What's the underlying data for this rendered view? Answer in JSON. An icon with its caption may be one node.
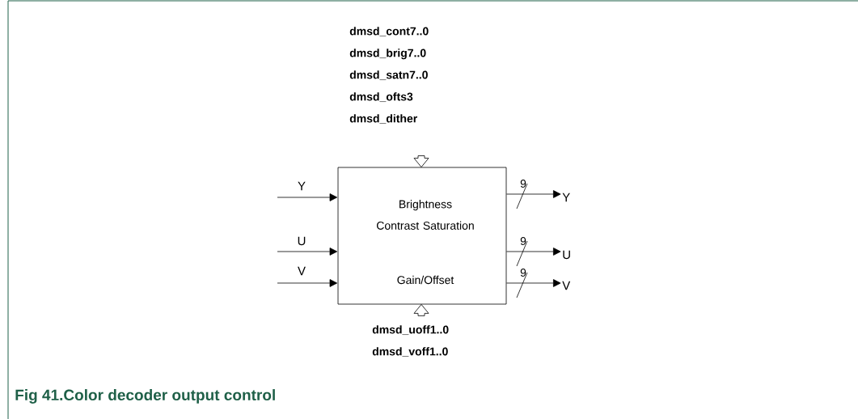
{
  "diagram": {
    "caption": "Fig 41.Color decoder output control",
    "nodes": [
      {
        "text": [
          "Brightness Contrast Saturation",
          "Gain/Offset"
        ]
      },
      {
        "text": [
          "dmsd_cont7..0",
          "dmsd_brig7..0",
          "dmsd_satn7..0",
          "dmsd_ofts3",
          "dmsd_dither"
        ]
      },
      {
        "text": [
          "dmsd_uoff1..0",
          "dmsd_voff1..0"
        ]
      },
      {
        "text": [
          "Y"
        ]
      },
      {
        "text": [
          "U"
        ]
      },
      {
        "text": [
          "V"
        ]
      }
    ],
    "edges": [
      {
        "from": null,
        "to": 0,
        "arrow": "to",
        "label": "Y"
      },
      {
        "from": null,
        "to": 0,
        "arrow": "to",
        "label": "U"
      },
      {
        "from": null,
        "to": 0,
        "arrow": "to",
        "label": "V"
      },
      {
        "from": 0,
        "to": 3,
        "arrow": "to",
        "label": "9"
      },
      {
        "from": 0,
        "to": 4,
        "arrow": "to",
        "label": "9"
      },
      {
        "from": 0,
        "to": 5,
        "arrow": "to",
        "label": "9"
      },
      {
        "from": 1,
        "to": 0,
        "arrow": "to"
      },
      {
        "from": 2,
        "to": 0,
        "arrow": "to"
      }
    ]
  }
}
